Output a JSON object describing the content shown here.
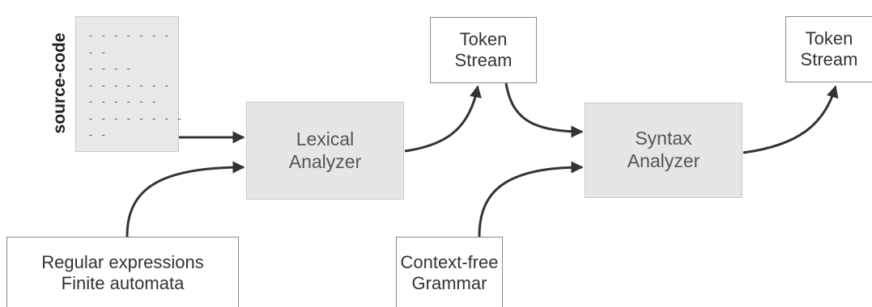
{
  "source": {
    "label": "source-code",
    "lines": [
      "- - - - - - -",
      "- -",
      "- - - -",
      "- - - - - - -",
      "- - - - - -",
      "- - - - - - - -",
      "- -"
    ]
  },
  "nodes": {
    "lexical": {
      "line1": "Lexical",
      "line2": "Analyzer"
    },
    "syntax": {
      "line1": "Syntax",
      "line2": "Analyzer"
    },
    "token_stream_1": {
      "line1": "Token",
      "line2": "Stream"
    },
    "token_stream_2": {
      "line1": "Token",
      "line2": "Stream"
    },
    "regex": {
      "line1": "Regular expressions",
      "line2": "Finite automata"
    },
    "grammar": {
      "line1": "Context-free",
      "line2": "Grammar"
    }
  },
  "colors": {
    "process_fill": "#e6e6e6",
    "process_text": "#555555",
    "arrow": "#333333"
  }
}
